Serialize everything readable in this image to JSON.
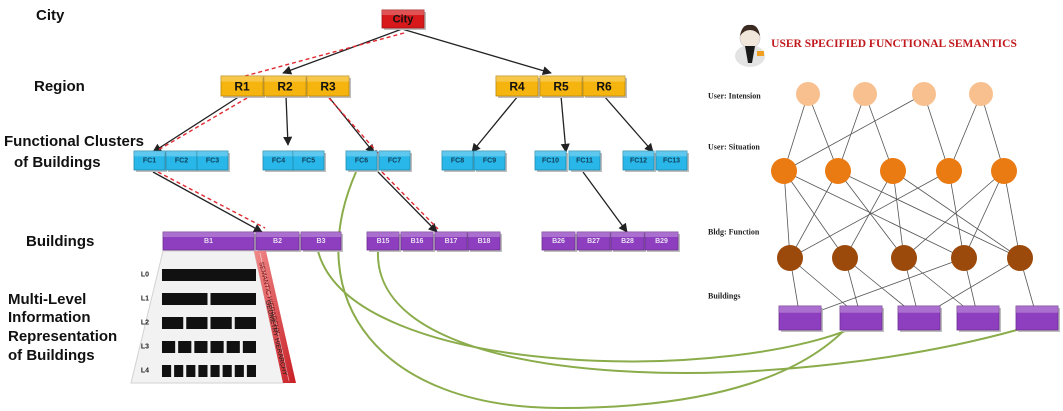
{
  "left_labels": {
    "city": "City",
    "region": "Region",
    "clusters": [
      "Functional Clusters",
      "of Buildings"
    ],
    "buildings": "Buildings",
    "multilevel": [
      "Multi-Level",
      "Information",
      "Representation",
      "of Buildings"
    ]
  },
  "city_node": "City",
  "regions": [
    "R1",
    "R2",
    "R3",
    "R4",
    "R5",
    "R6"
  ],
  "clusters": [
    "FC1",
    "FC2",
    "FC3",
    "FC4",
    "FC5",
    "FC6",
    "FC7",
    "FC8",
    "FC9",
    "FC10",
    "FC11",
    "FC12",
    "FC13"
  ],
  "buildings": {
    "group1": [
      "B1",
      "B2",
      "B3"
    ],
    "group2": [
      "B15",
      "B16",
      "B17",
      "B18"
    ],
    "group3": [
      "B26",
      "B27",
      "B28",
      "B29"
    ]
  },
  "lod_levels": [
    "L0",
    "L1",
    "L2",
    "L3",
    "L4"
  ],
  "hierarchy_labels": {
    "semantic": "SEMANTIC HIERARCHY",
    "geometry": "GEOMETRY HIERARCHY"
  },
  "right_panel": {
    "title": "USER SPECIFIED FUNCTIONAL SEMANTICS",
    "rows": [
      "User: Intension",
      "User: Situation",
      "Bldg: Function",
      "Buildings"
    ]
  },
  "colors": {
    "city": "#d7191c",
    "region": "#f6b40e",
    "cluster": "#29b6e8",
    "building": "#8e3fbf",
    "intension": "#f9c08f",
    "situation": "#ea7a12",
    "function": "#9b4a0c",
    "curve": "#8aac4a",
    "highlight": "#e0282e",
    "title": "#c0181c"
  }
}
